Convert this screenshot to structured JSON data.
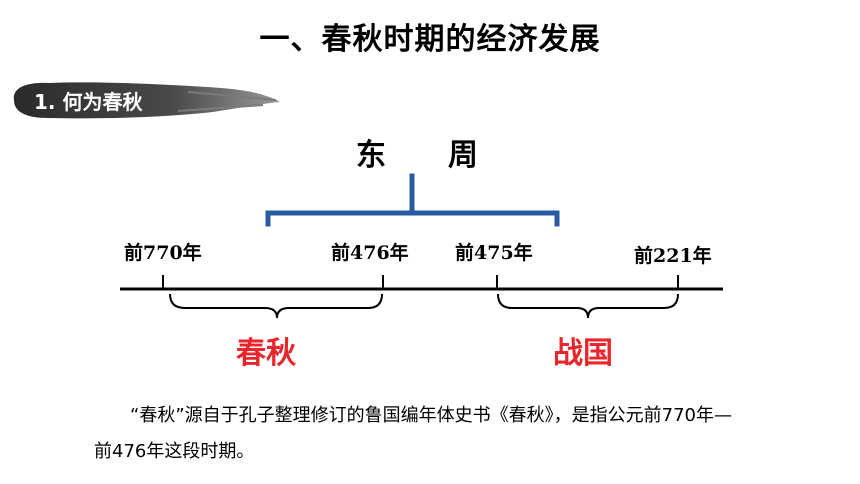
{
  "header": {
    "title": "一、春秋时期的经济发展"
  },
  "section": {
    "label": "1. 何为春秋"
  },
  "timeline": {
    "era_chars": [
      "东",
      "周"
    ],
    "years": [
      "前770年",
      "前476年",
      "前475年",
      "前221年"
    ],
    "periods": [
      {
        "label": "春秋",
        "color": "#e8262b"
      },
      {
        "label": "战国",
        "color": "#e8262b"
      }
    ],
    "bracket_color": "#2b5aa3"
  },
  "body": {
    "paragraph": "“春秋”源自于孔子整理修订的鲁国编年体史书《春秋》，是指公元前770年—前476年这段时期。"
  }
}
